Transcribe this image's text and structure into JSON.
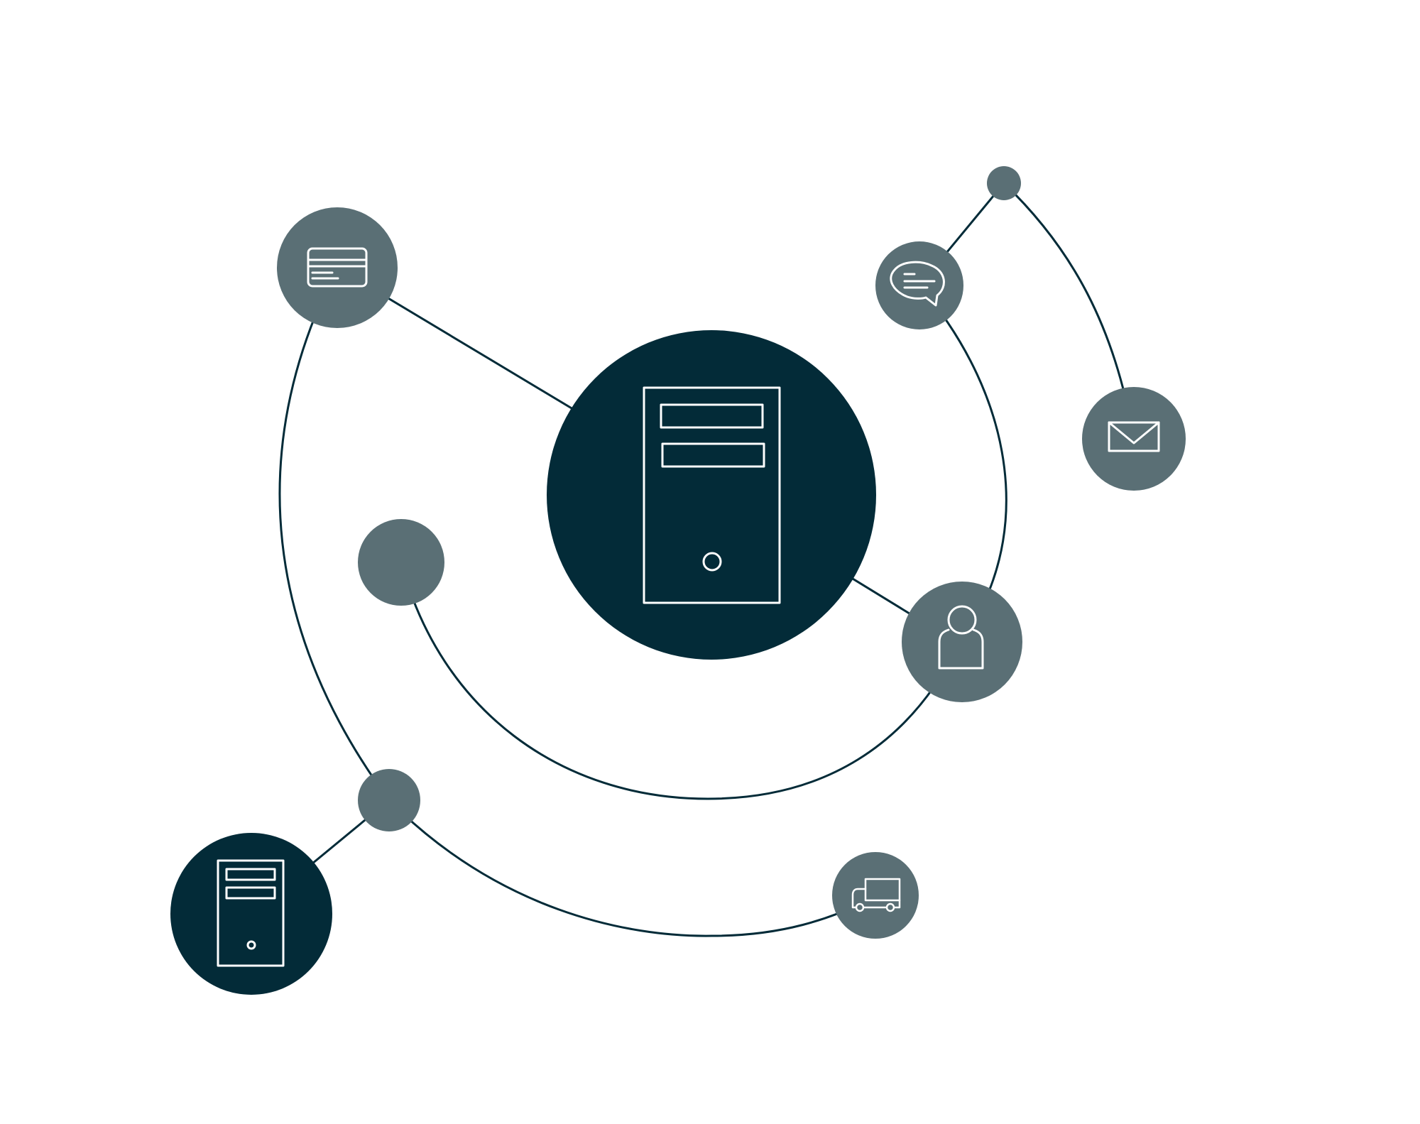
{
  "diagram": {
    "colors": {
      "background": "#ffffff",
      "primary_node": "#032b38",
      "secondary_node": "#5a6f75",
      "connector": "#032b38",
      "icon": "#ffffff"
    },
    "nodes": [
      {
        "id": "central-server",
        "kind": "primary",
        "icon": "server-tower-icon"
      },
      {
        "id": "secondary-server",
        "kind": "primary",
        "icon": "server-tower-icon"
      },
      {
        "id": "payment-node",
        "kind": "secondary",
        "icon": "credit-card-icon"
      },
      {
        "id": "chat-node",
        "kind": "secondary",
        "icon": "chat-bubble-icon"
      },
      {
        "id": "mail-node",
        "kind": "secondary",
        "icon": "envelope-icon"
      },
      {
        "id": "user-node",
        "kind": "secondary",
        "icon": "user-icon"
      },
      {
        "id": "delivery-node",
        "kind": "secondary",
        "icon": "delivery-truck-icon"
      },
      {
        "id": "junction-node-top",
        "kind": "junction",
        "icon": ""
      },
      {
        "id": "junction-node-left",
        "kind": "junction",
        "icon": ""
      },
      {
        "id": "junction-node-bottom",
        "kind": "junction",
        "icon": ""
      }
    ]
  }
}
